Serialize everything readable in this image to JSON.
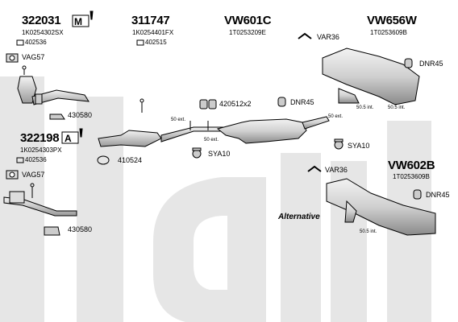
{
  "colors": {
    "watermark": "#e6e6e6",
    "line": "#000000",
    "part_fill": "#e0e0e0",
    "part_fill_dark": "#bdbdbd"
  },
  "watermark": "klarius",
  "blocks": {
    "b322031": {
      "number": "322031",
      "oe": "1K0254302SX",
      "ref": "402536",
      "icon": "engine-m-icon"
    },
    "b311747": {
      "number": "311747",
      "oe": "1K0254401FX",
      "ref": "402515"
    },
    "bvw601c": {
      "number": "VW601C",
      "oe": "1T0253209E"
    },
    "bvw656w": {
      "number": "VW656W",
      "oe": "1T0253609B"
    },
    "b322198": {
      "number": "322198",
      "oe": "1K0254303PX",
      "ref": "402536",
      "icon": "engine-a-icon"
    },
    "bvw602b": {
      "number": "VW602B",
      "oe": "1T0253609B"
    }
  },
  "parts": {
    "vag57_a": "VAG57",
    "vag57_b": "VAG57",
    "c430580_a": "430580",
    "c430580_b": "430580",
    "c410524": "410524",
    "c420512": "420512x2",
    "dnr45_a": "DNR45",
    "dnr45_b": "DNR45",
    "dnr45_c": "DNR45",
    "var36_a": "VAR36",
    "var36_b": "VAR36",
    "sya10_a": "SYA10",
    "sya10_b": "SYA10"
  },
  "ext": {
    "e1": "50 ext.",
    "e2": "50 ext.",
    "e3": "50.5 int.",
    "e4": "50 ext.",
    "e5": "50.5 int.",
    "e6": "50.5 int."
  },
  "alternative": "Alternative"
}
